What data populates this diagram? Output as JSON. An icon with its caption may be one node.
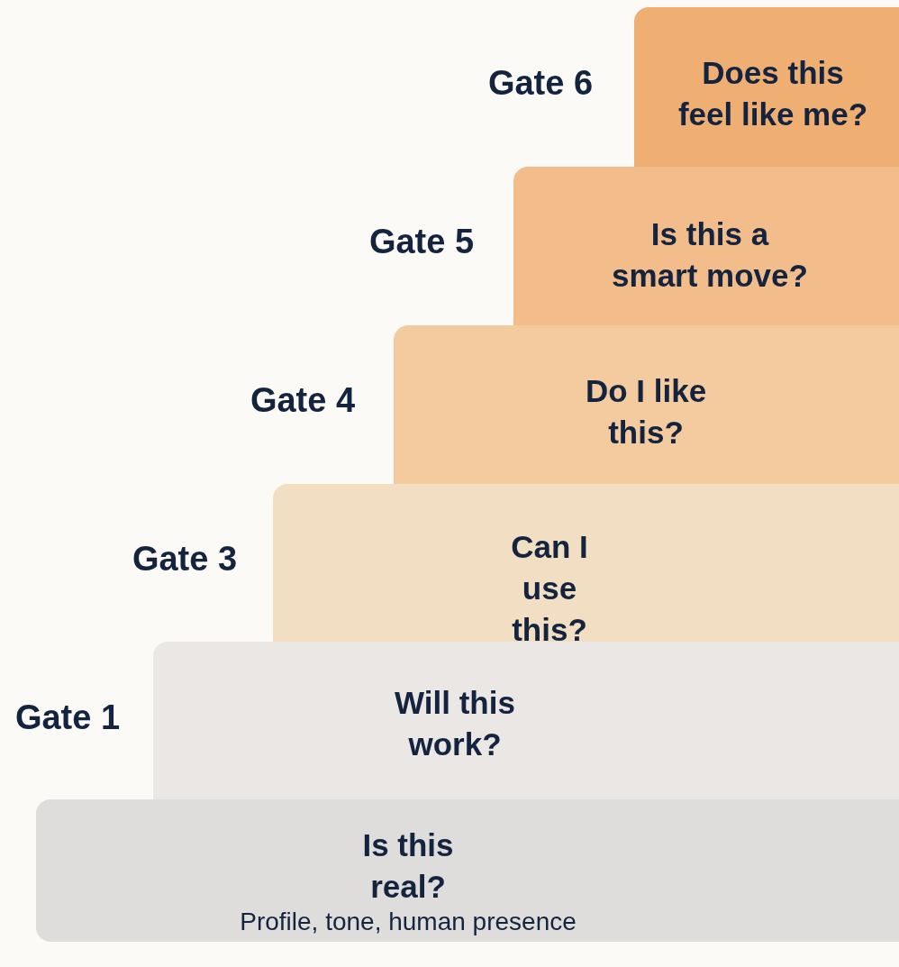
{
  "diagram": {
    "nodes": [
      {
        "text": [
          "Does this feel like me?"
        ],
        "beside": [
          "Gate 6"
        ]
      },
      {
        "text": [
          "Is this a smart move?"
        ],
        "beside": [
          "Gate 5"
        ]
      },
      {
        "text": [
          "Do I like this?"
        ],
        "beside": [
          "Gate 4"
        ]
      },
      {
        "text": [
          "Can I use this?"
        ],
        "beside": [
          "Gate 3"
        ]
      },
      {
        "text": [
          "Will this work?"
        ],
        "beside": [
          "Gate 1"
        ]
      },
      {
        "text": [
          "Is this real?",
          "Profile, tone, human presence"
        ]
      }
    ]
  }
}
